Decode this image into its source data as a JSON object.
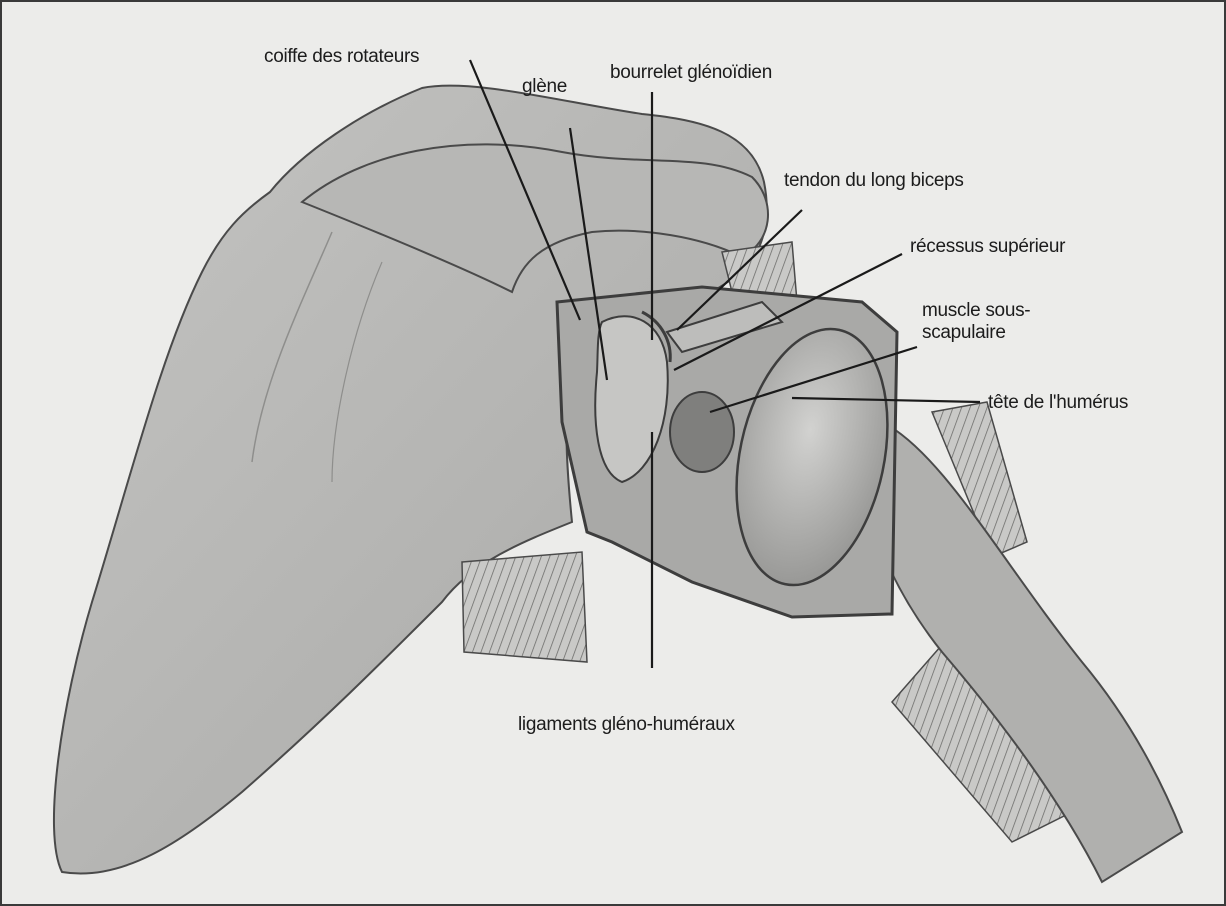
{
  "diagram": {
    "labels": {
      "coiffe": "coiffe des rotateurs",
      "glene": "glène",
      "bourrelet": "bourrelet glénoïdien",
      "tendon": "tendon du long biceps",
      "recessus": "récessus supérieur",
      "muscle_line1": "muscle sous-",
      "muscle_line2": "scapulaire",
      "tete": "tête de l'humérus",
      "ligaments": "ligaments gléno-huméraux"
    }
  },
  "colors": {
    "background": "#ececea",
    "bone": "#b9b9b7",
    "bone_dark": "#8e8e8c",
    "outline": "#4a4a4a",
    "leader": "#1a1a1a"
  }
}
